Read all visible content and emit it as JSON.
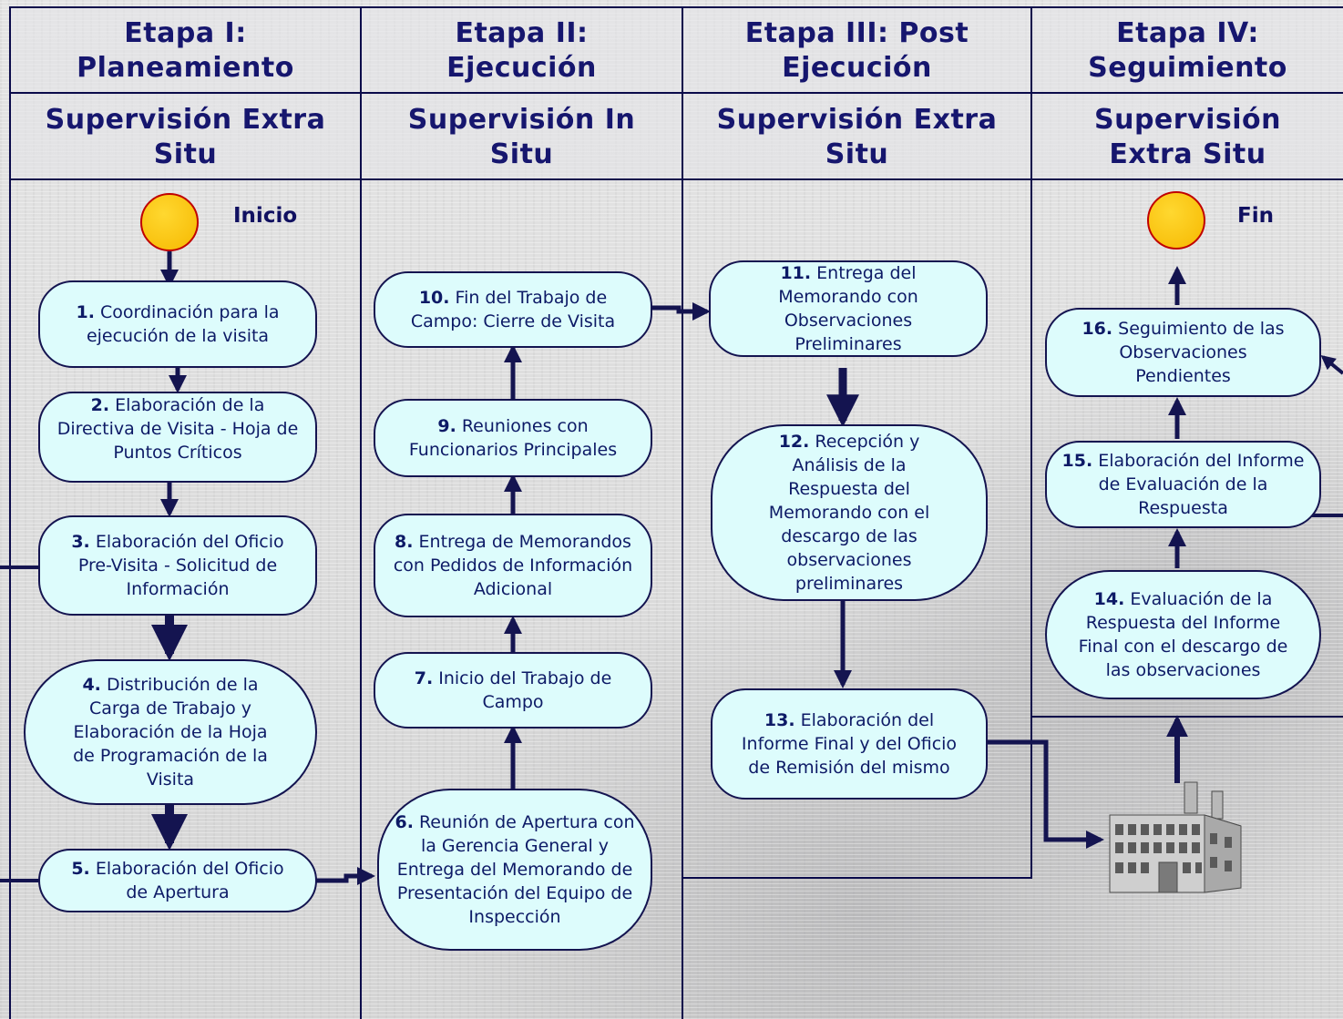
{
  "lanes": [
    {
      "stage": "Etapa I:\nPlaneamiento",
      "supervision": "Supervisión Extra\nSitu"
    },
    {
      "stage": "Etapa II:\nEjecución",
      "supervision": "Supervisión In\nSitu"
    },
    {
      "stage": "Etapa III: Post\nEjecución",
      "supervision": "Supervisión Extra\nSitu"
    },
    {
      "stage": "Etapa IV:\nSeguimiento",
      "supervision": "Supervisión\nExtra Situ"
    }
  ],
  "start_label": "Inicio",
  "end_label": "Fin",
  "steps": [
    {
      "num": "1.",
      "text": " Coordinación para la ejecución de la visita"
    },
    {
      "num": "2.",
      "text": " Elaboración de la Directiva de Visita - Hoja de Puntos Críticos"
    },
    {
      "num": "3.",
      "text": " Elaboración del Oficio Pre-Visita - Solicitud de Información"
    },
    {
      "num": "4.",
      "text": " Distribución de la Carga de Trabajo y Elaboración de la Hoja de Programación de la Visita"
    },
    {
      "num": "5.",
      "text": " Elaboración del Oficio de Apertura"
    },
    {
      "num": "6.",
      "text": " Reunión de Apertura con la Gerencia General y Entrega del Memorando de Presentación del Equipo de Inspección"
    },
    {
      "num": "7.",
      "text": " Inicio del Trabajo de Campo"
    },
    {
      "num": "8.",
      "text": " Entrega de Memorandos con Pedidos de Información Adicional"
    },
    {
      "num": "9.",
      "text": " Reuniones con Funcionarios Principales"
    },
    {
      "num": "10.",
      "text": " Fin del Trabajo de Campo: Cierre de Visita"
    },
    {
      "num": "11.",
      "text": " Entrega del Memorando con Observaciones Preliminares"
    },
    {
      "num": "12.",
      "text": " Recepción y Análisis de la Respuesta del Memorando con el descargo de las observaciones preliminares"
    },
    {
      "num": "13.",
      "text": " Elaboración del Informe Final y del Oficio de Remisión del mismo"
    },
    {
      "num": "14.",
      "text": " Evaluación de la Respuesta del Informe Final con el descargo de las observaciones"
    },
    {
      "num": "15.",
      "text": " Elaboración del Informe de Evaluación de la Respuesta"
    },
    {
      "num": "16.",
      "text": " Seguimiento de las Observaciones Pendientes"
    }
  ],
  "colors": {
    "node_fill": "#ddfcfc",
    "node_border": "#141450",
    "arrow": "#141450",
    "header_text": "#16166e",
    "terminal_fill": "#ffcc00",
    "terminal_border": "#c00000"
  },
  "icons": {
    "entity": "building-icon"
  }
}
